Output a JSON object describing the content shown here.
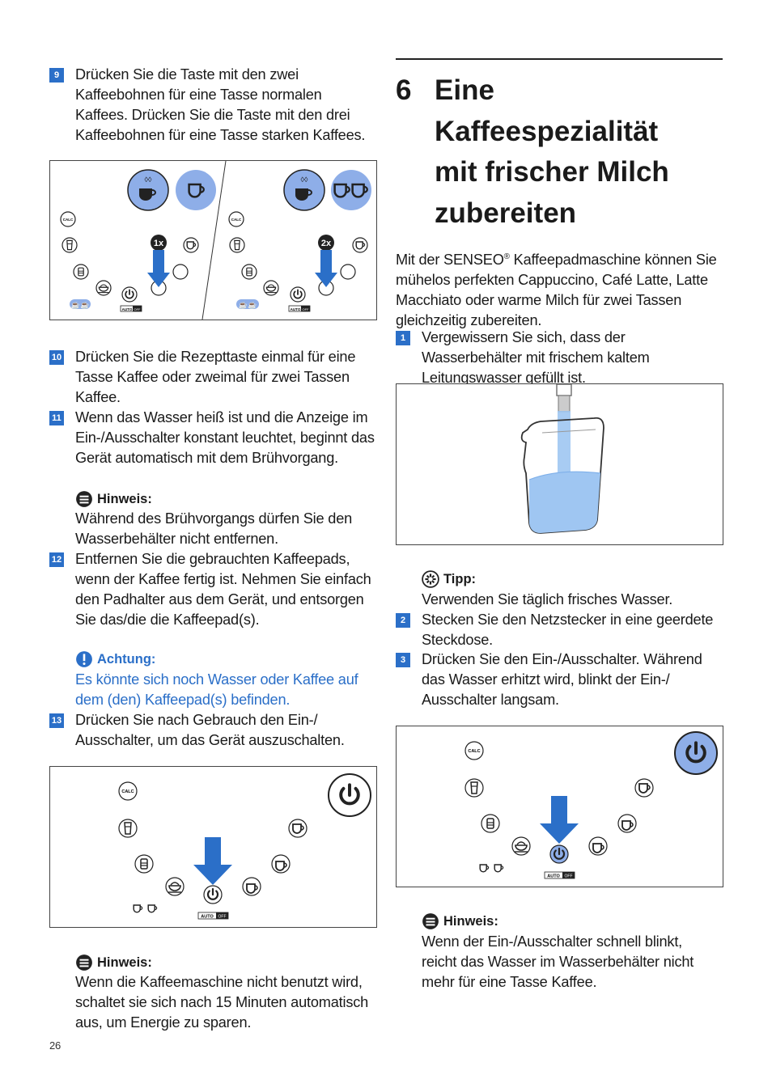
{
  "page_number": "26",
  "colors": {
    "accent": "#2b6fc8",
    "step_badge": "#2b6fc8",
    "button_fill": "#8eaee8",
    "water": "#9fc6f2"
  },
  "left": {
    "step9": {
      "num": "9",
      "text": "Drücken Sie die Taste mit den zwei Kaffeebohnen für eine Tasse normalen Kaffees. Drücken Sie die Taste mit den drei Kaffeebohnen für eine Tasse starken Kaffees."
    },
    "figure1": {
      "label_1x": "1x",
      "label_2x": "2x",
      "calc": "CALC",
      "auto": "AUTO",
      "off": "OFF"
    },
    "step10": {
      "num": "10",
      "text": "Drücken Sie die Rezepttaste einmal für eine Tasse Kaffee oder zweimal für zwei Tassen Kaffee."
    },
    "step11": {
      "num": "11",
      "text": "Wenn das Wasser heiß ist und die Anzeige im Ein-/Ausschalter konstant leuchtet, beginnt das Gerät automatisch mit dem Brühvorgang."
    },
    "note1": {
      "title": "Hinweis:",
      "text": "Während des Brühvorgangs dürfen Sie den Wasserbehälter nicht entfernen."
    },
    "step12": {
      "num": "12",
      "text": "Entfernen Sie die gebrauchten Kaffeepads, wenn der Kaffee fertig ist. Nehmen Sie einfach den Padhalter aus dem Gerät, und entsorgen Sie das/die die Kaffeepad(s)."
    },
    "caution": {
      "title": "Achtung:",
      "text": "Es könnte sich noch Wasser oder Kaffee auf dem (den) Kaffeepad(s) befinden."
    },
    "step13": {
      "num": "13",
      "text": "Drücken Sie nach Gebrauch den Ein-/ Ausschalter, um das Gerät auszuschalten."
    },
    "figure2": {
      "calc": "CALC",
      "auto": "AUTO",
      "off": "OFF"
    },
    "note2": {
      "title": "Hinweis:",
      "text": "Wenn die Kaffeemaschine nicht benutzt wird, schaltet sie sich nach 15 Minuten automatisch aus, um Energie zu sparen."
    }
  },
  "right": {
    "chapter_number": "6",
    "heading_lines": [
      "Eine",
      "Kaffeespezialität",
      "mit frischer Milch",
      "zubereiten"
    ],
    "intro_before_reg": "Mit der SENSEO",
    "reg_mark": "®",
    "intro_after_reg": " Kaffeepadmaschine können Sie mühelos perfekten Cappuccino, Café Latte, Latte Macchiato oder warme Milch für zwei Tassen gleichzeitig zubereiten.",
    "step1": {
      "num": "1",
      "text": "Vergewissern Sie sich, dass der Wasserbehälter mit frischem kaltem Leitungswasser gefüllt ist."
    },
    "tip": {
      "title": "Tipp:",
      "text": "Verwenden Sie täglich frisches Wasser."
    },
    "step2": {
      "num": "2",
      "text": "Stecken Sie den Netzstecker in eine geerdete Steckdose."
    },
    "step3": {
      "num": "3",
      "text": "Drücken Sie den Ein-/Ausschalter. Während das Wasser erhitzt wird, blinkt der Ein-/ Ausschalter langsam."
    },
    "figure4": {
      "calc": "CALC",
      "auto": "AUTO",
      "off": "OFF"
    },
    "note3": {
      "title": "Hinweis:",
      "text": "Wenn der Ein-/Ausschalter schnell blinkt, reicht das Wasser im Wasserbehälter nicht mehr für eine Tasse Kaffee."
    }
  }
}
